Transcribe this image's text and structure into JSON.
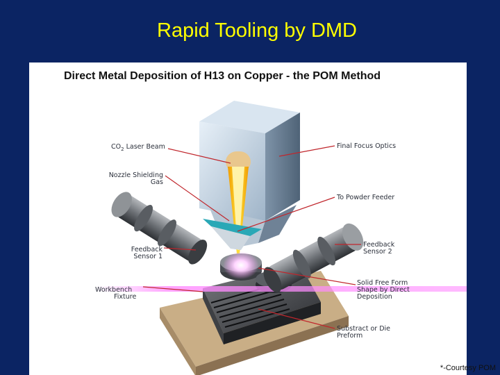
{
  "slide": {
    "title": "Rapid Tooling by DMD",
    "colors": {
      "background": "#0b2463",
      "title": "#ffff00",
      "panel": "#ffffff",
      "leader_line": "#c0262c",
      "laser": "#f5c400"
    }
  },
  "diagram": {
    "title": "Direct Metal Deposition of H13 on Copper - the POM Method",
    "labels": {
      "co2_laser_beam": "CO",
      "co2_subscript": "2",
      "co2_rest": " Laser Beam",
      "nozzle_gas_1": "Nozzle Shielding",
      "nozzle_gas_2": "Gas",
      "feedback1_1": "Feedback",
      "feedback1_2": "Sensor 1",
      "workbench_1": "Workbench",
      "workbench_2": "Fixture",
      "final_focus": "Final Focus Optics",
      "powder_feeder": "To Powder Feeder",
      "feedback2_1": "Feedback",
      "feedback2_2": "Sensor 2",
      "solid_1": "Solid Free Form",
      "solid_2": "Shape by Direct",
      "solid_3": "Deposition",
      "substract_1": "Substract or Die",
      "substract_2": "Preform"
    },
    "credit": "*-Courtesy POM"
  }
}
